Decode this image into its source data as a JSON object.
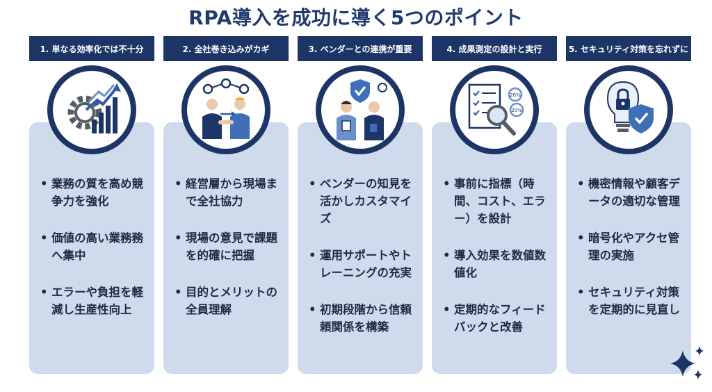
{
  "title": "RPA導入を成功に導く5つのポイント",
  "colors": {
    "navy": "#1c3466",
    "card": "#cfdbec",
    "accent": "#2e5aa8"
  },
  "columns": [
    {
      "header": "1. 単なる効率化では不十分",
      "icon": "gear-growth-chart-icon",
      "bullets": [
        "業務の質を高め競争力を強化",
        "価値の高い業務務へ集中",
        "エラーや負担を軽減し生産性向上"
      ]
    },
    {
      "header": "2. 全社巻き込みがカギ",
      "icon": "handshake-team-icon",
      "bullets": [
        "経営層から現場まで全社協力",
        "現場の意見で課題を的確に把握",
        "目的とメリットの全員理解"
      ]
    },
    {
      "header": "3. ベンダーとの連携が重要",
      "icon": "vendor-partnership-icon",
      "bullets": [
        "ベンダーの知見を活かしカスタマイズ",
        "運用サポートやトレーニングの充実",
        "初期段階から信頼頼関係を構築"
      ]
    },
    {
      "header": "4. 成果測定の設計と実行",
      "icon": "checklist-magnifier-icon",
      "bullets": [
        "事前に指標（時間、コスト、エラー）を設計",
        "導入効果を数値数値化",
        "定期的なフィードバックと改善"
      ]
    },
    {
      "header": "5. セキュリティ対策を忘れずに",
      "icon": "lock-shield-icon",
      "bullets": [
        "機密情報や顧客データの適切な管理",
        "暗号化やアクセ管理の実施",
        "セキュリティ対策を定期的に見直し"
      ]
    }
  ],
  "icon_labels": {
    "percent_top": "20%",
    "percent_bottom": "20%"
  }
}
